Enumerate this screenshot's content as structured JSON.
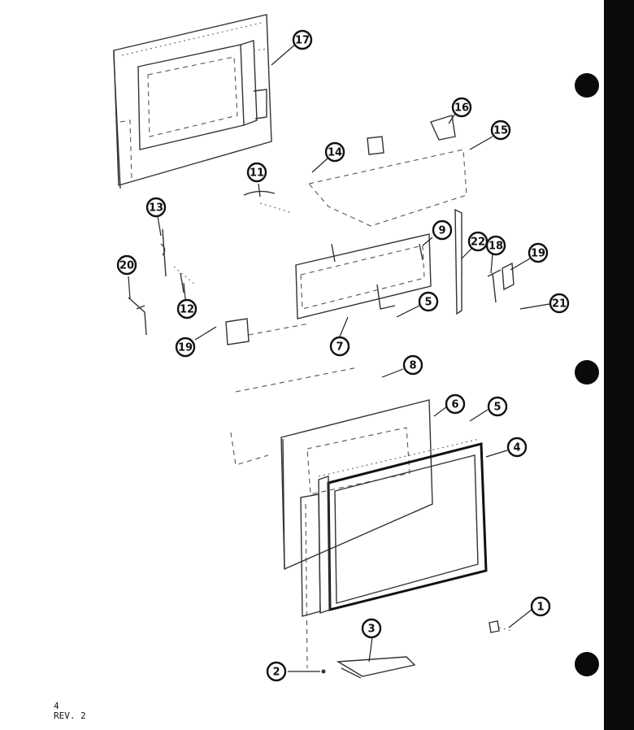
{
  "callouts": [
    {
      "id": "c17",
      "label": "17"
    },
    {
      "id": "c16",
      "label": "16"
    },
    {
      "id": "c15",
      "label": "15"
    },
    {
      "id": "c14",
      "label": "14"
    },
    {
      "id": "c11",
      "label": "11"
    },
    {
      "id": "c13",
      "label": "13"
    },
    {
      "id": "c9a",
      "label": "9"
    },
    {
      "id": "c22",
      "label": "22"
    },
    {
      "id": "c18",
      "label": "18"
    },
    {
      "id": "c19a",
      "label": "19"
    },
    {
      "id": "c20",
      "label": "20"
    },
    {
      "id": "c12",
      "label": "12"
    },
    {
      "id": "c5a",
      "label": "5"
    },
    {
      "id": "c21",
      "label": "21"
    },
    {
      "id": "c19b",
      "label": "19"
    },
    {
      "id": "c7",
      "label": "7"
    },
    {
      "id": "c8",
      "label": "8"
    },
    {
      "id": "c6",
      "label": "6"
    },
    {
      "id": "c5b",
      "label": "5"
    },
    {
      "id": "c4",
      "label": "4"
    },
    {
      "id": "c1",
      "label": "1"
    },
    {
      "id": "c3",
      "label": "3"
    },
    {
      "id": "c2",
      "label": "2"
    }
  ],
  "footer": {
    "page_number": "4",
    "revision": "REV. 2"
  },
  "colors": {
    "ink": "#111111",
    "paper": "#ffffff",
    "binding": "#0a0a0a"
  }
}
